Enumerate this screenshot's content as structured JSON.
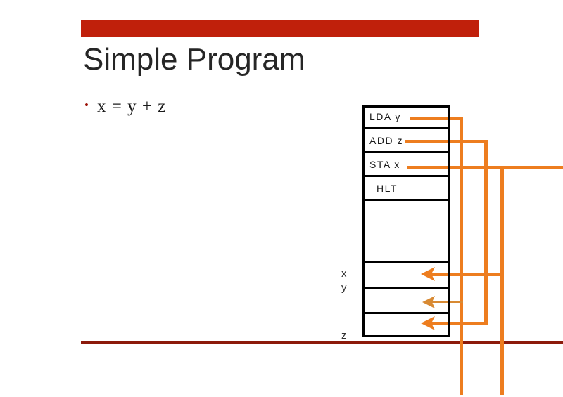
{
  "slide": {
    "title": "Simple Program",
    "accent_color": "#C0200B",
    "rule_color": "#8C1A0B",
    "wire_color": "#ED7D1F",
    "wire_color_faded": "#D88A33",
    "text_color": "#262626"
  },
  "bullets": [
    {
      "marker": "•",
      "text": "x = y + z"
    }
  ],
  "memory": {
    "cells": [
      {
        "id": "cell-lda",
        "text": "LDA  y",
        "indent": false
      },
      {
        "id": "cell-add",
        "text": "ADD  z",
        "indent": false
      },
      {
        "id": "cell-sta",
        "text": "STA  x",
        "indent": false
      },
      {
        "id": "cell-hlt",
        "text": "HLT",
        "indent": true
      },
      {
        "id": "cell-empty",
        "text": "",
        "indent": false
      },
      {
        "id": "cell-x",
        "text": "",
        "indent": false
      },
      {
        "id": "cell-y",
        "text": "",
        "indent": false
      },
      {
        "id": "cell-z",
        "text": "",
        "indent": false
      }
    ],
    "labels": [
      {
        "id": "label-x",
        "text": "x"
      },
      {
        "id": "label-y",
        "text": "y"
      },
      {
        "id": "label-z",
        "text": "z"
      }
    ]
  }
}
